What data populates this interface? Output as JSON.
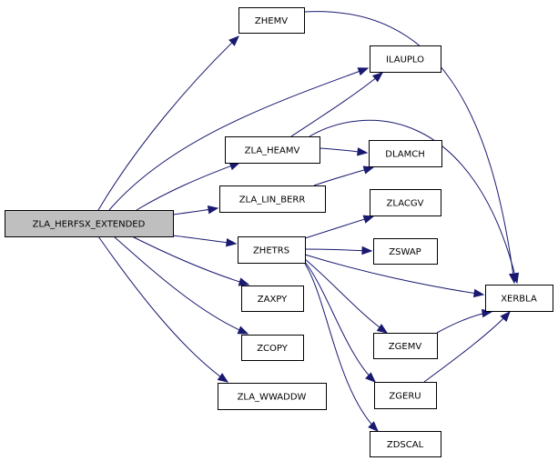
{
  "diagram": {
    "type": "call-graph",
    "root": "ZLA_HERFSX_EXTENDED",
    "nodes": [
      {
        "id": "ZLA_HERFSX_EXTENDED",
        "label": "ZLA_HERFSX_EXTENDED",
        "root": true
      },
      {
        "id": "ZHEMV",
        "label": "ZHEMV"
      },
      {
        "id": "ILAUPLO",
        "label": "ILAUPLO"
      },
      {
        "id": "ZLA_HEAMV",
        "label": "ZLA_HEAMV"
      },
      {
        "id": "DLAMCH",
        "label": "DLAMCH"
      },
      {
        "id": "ZLA_LIN_BERR",
        "label": "ZLA_LIN_BERR"
      },
      {
        "id": "ZLACGV",
        "label": "ZLACGV"
      },
      {
        "id": "ZHETRS",
        "label": "ZHETRS"
      },
      {
        "id": "ZSWAP",
        "label": "ZSWAP"
      },
      {
        "id": "XERBLA",
        "label": "XERBLA"
      },
      {
        "id": "ZAXPY",
        "label": "ZAXPY"
      },
      {
        "id": "ZGEMV",
        "label": "ZGEMV"
      },
      {
        "id": "ZCOPY",
        "label": "ZCOPY"
      },
      {
        "id": "ZGERU",
        "label": "ZGERU"
      },
      {
        "id": "ZLA_WWADDW",
        "label": "ZLA_WWADDW"
      },
      {
        "id": "ZDSCAL",
        "label": "ZDSCAL"
      }
    ],
    "edges": [
      {
        "from": "ZLA_HERFSX_EXTENDED",
        "to": "ZHEMV"
      },
      {
        "from": "ZLA_HERFSX_EXTENDED",
        "to": "ILAUPLO"
      },
      {
        "from": "ZLA_HERFSX_EXTENDED",
        "to": "ZLA_HEAMV"
      },
      {
        "from": "ZLA_HERFSX_EXTENDED",
        "to": "ZLA_LIN_BERR"
      },
      {
        "from": "ZLA_HERFSX_EXTENDED",
        "to": "ZHETRS"
      },
      {
        "from": "ZLA_HERFSX_EXTENDED",
        "to": "ZAXPY"
      },
      {
        "from": "ZLA_HERFSX_EXTENDED",
        "to": "ZCOPY"
      },
      {
        "from": "ZLA_HERFSX_EXTENDED",
        "to": "ZLA_WWADDW"
      },
      {
        "from": "ZHEMV",
        "to": "XERBLA"
      },
      {
        "from": "ZLA_HEAMV",
        "to": "ILAUPLO"
      },
      {
        "from": "ZLA_HEAMV",
        "to": "DLAMCH"
      },
      {
        "from": "ZLA_HEAMV",
        "to": "XERBLA"
      },
      {
        "from": "ZLA_LIN_BERR",
        "to": "DLAMCH"
      },
      {
        "from": "ZHETRS",
        "to": "ZLACGV"
      },
      {
        "from": "ZHETRS",
        "to": "ZSWAP"
      },
      {
        "from": "ZHETRS",
        "to": "XERBLA"
      },
      {
        "from": "ZHETRS",
        "to": "ZGEMV"
      },
      {
        "from": "ZHETRS",
        "to": "ZGERU"
      },
      {
        "from": "ZHETRS",
        "to": "ZDSCAL"
      },
      {
        "from": "ZGEMV",
        "to": "XERBLA"
      },
      {
        "from": "ZGERU",
        "to": "XERBLA"
      }
    ],
    "colors": {
      "edge": "#191970",
      "root_fill": "#bfbfbf",
      "node_fill": "#ffffff",
      "node_border": "#000000"
    }
  }
}
